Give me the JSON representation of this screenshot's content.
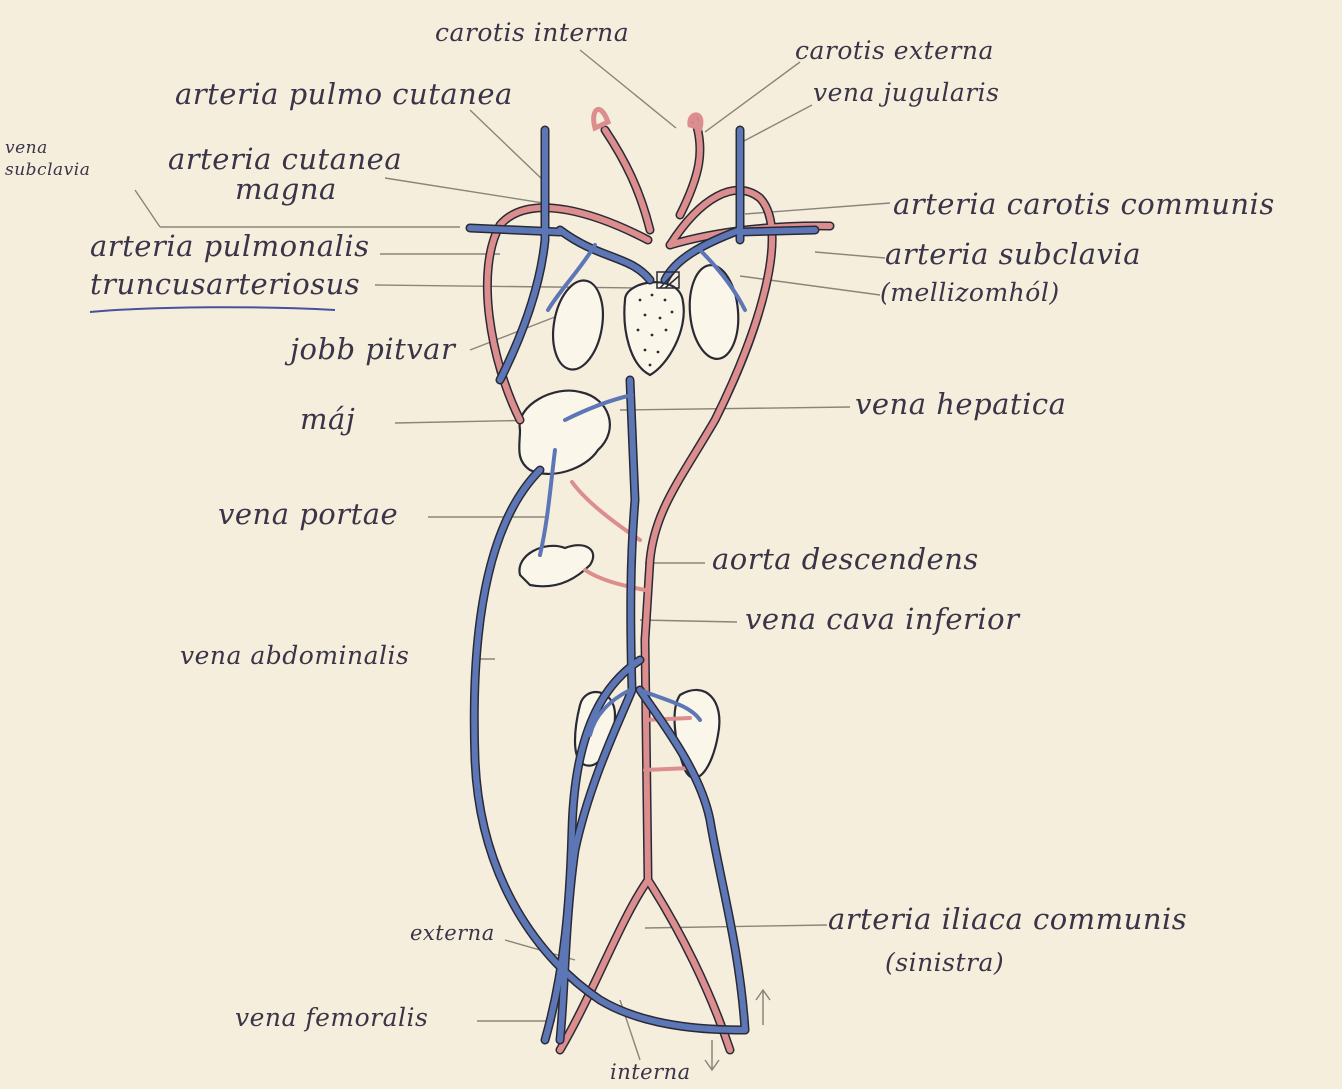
{
  "labels": {
    "carotis_interna": "carotis interna",
    "carotis_externa": "carotis externa",
    "arteria_pulmo_cutanea": "arteria pulmo cutanea",
    "vena_jugularis": "vena jugularis",
    "vena_subclavia_1": "vena",
    "vena_subclavia_2": "subclavia",
    "arteria_cutanea_1": "arteria cutanea",
    "arteria_cutanea_2": "magna",
    "arteria_carotis_communis": "arteria carotis communis",
    "arteria_pulmonalis": "arteria pulmonalis",
    "arteria_subclavia": "arteria subclavia",
    "truncus_arteriosus": "truncusarteriosus",
    "mellizomhol": "(mellizomhól)",
    "jobb_pitvar": "jobb pitvar",
    "maj": "máj",
    "vena_hepatica": "vena hepatica",
    "vena_portae": "vena portae",
    "aorta_descendens": "aorta descendens",
    "vena_cava_inferior": "vena cava inferior",
    "vena_abdominalis": "vena abdominalis",
    "externa": "externa",
    "arteria_iliaca_communis_1": "arteria iliaca communis",
    "arteria_iliaca_communis_2": "(sinistra)",
    "vena_femoralis": "vena femoralis",
    "interna": "interna"
  },
  "colors": {
    "paper": "#f6eedd",
    "artery": "#dc8d8d",
    "vein": "#5d77b6",
    "ink": "#3a3448",
    "pencil": "#8a857a"
  }
}
